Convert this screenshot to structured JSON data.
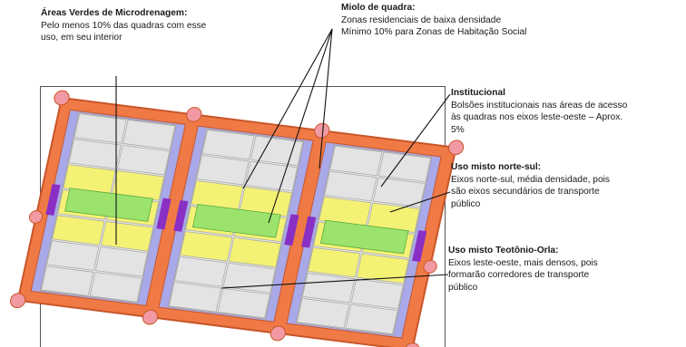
{
  "labels": {
    "areas_verdes": {
      "title": "Áreas Verdes de Microdrenagem:",
      "text": "Pelo menos 10% das quadras com esse\nuso, em seu interior"
    },
    "miolo": {
      "title": "Miolo de quadra:",
      "text": "Zonas residenciais de baixa densidade\nMínimo 10% para Zonas de Habitação Social"
    },
    "institucional": {
      "title": "Institucional",
      "text": "Bolsões institucionais nas áreas de acesso\nàs quadras nos eixos leste-oeste – Aprox.\n5%"
    },
    "misto_norte_sul": {
      "title": "Uso misto norte-sul:",
      "text": "Eixos norte-sul, média densidade, pois\nsão eixos secundários de transporte\npúblico"
    },
    "misto_teotonio": {
      "title": "Uso misto Teotônio-Orla:",
      "text": "Eixos leste-oeste, mais densos, pois\nformarão corredores de transporte\npúblico"
    }
  },
  "colors": {
    "road": "#ef7a45",
    "road_edge": "#c9552a",
    "node": "#f29aa3",
    "lavender": "#a9a8e8",
    "purple": "#8a2fc4",
    "yellow": "#f4f275",
    "green": "#9ce36e",
    "grey": "#e3e3e3",
    "grey_line": "#9c9c9c",
    "leader": "#111111"
  }
}
